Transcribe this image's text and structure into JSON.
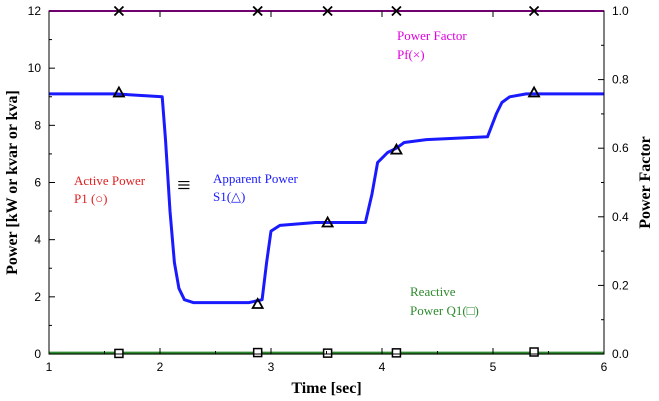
{
  "chart_data": {
    "type": "line",
    "xlabel": "Time [sec]",
    "ylabel": "Power [kW or kvar or kva]",
    "y2label": "Power Factor",
    "xlim": [
      1,
      6
    ],
    "ylim": [
      0,
      12
    ],
    "y2lim": [
      0,
      1.0
    ],
    "x_ticks": [
      "1",
      "2",
      "3",
      "4",
      "5",
      "6"
    ],
    "y_ticks": [
      "0",
      "2",
      "4",
      "6",
      "8",
      "10",
      "12"
    ],
    "y2_ticks": [
      "0.0",
      "0.2",
      "0.4",
      "0.6",
      "0.8",
      "1.0"
    ],
    "grid": false,
    "series": [
      {
        "key": "power_factor",
        "color": "#e000e0",
        "axis": "right",
        "x": [
          1,
          6
        ],
        "values": [
          1.0,
          1.0
        ],
        "marker": "x",
        "marker_x": [
          1.63,
          2.88,
          3.51,
          4.13,
          5.37
        ]
      },
      {
        "key": "apparent_power",
        "color": "#1a1aff",
        "axis": "left",
        "x": [
          1.0,
          1.6,
          2.02,
          2.05,
          2.09,
          2.13,
          2.17,
          2.22,
          2.3,
          2.8,
          2.92,
          2.96,
          3.0,
          3.08,
          3.4,
          3.85,
          3.91,
          3.96,
          4.05,
          4.13,
          4.2,
          4.4,
          4.95,
          5.03,
          5.08,
          5.15,
          5.3,
          6.0
        ],
        "values": [
          9.1,
          9.1,
          9.0,
          7.5,
          5.0,
          3.2,
          2.3,
          1.9,
          1.8,
          1.8,
          1.9,
          3.2,
          4.3,
          4.5,
          4.6,
          4.6,
          5.6,
          6.7,
          7.05,
          7.2,
          7.4,
          7.5,
          7.6,
          8.4,
          8.8,
          9.0,
          9.1,
          9.1
        ],
        "marker": "triangle",
        "marker_x": [
          1.63,
          2.88,
          3.51,
          4.13,
          5.37
        ],
        "marker_y": [
          9.15,
          1.75,
          4.6,
          7.15,
          9.15
        ]
      },
      {
        "key": "reactive_power",
        "color": "#2e8b2e",
        "axis": "left",
        "x": [
          1,
          6
        ],
        "values": [
          0.03,
          0.03
        ],
        "marker": "square",
        "marker_x": [
          1.63,
          2.88,
          3.51,
          4.13,
          5.37
        ],
        "marker_y": [
          0.02,
          0.05,
          0.03,
          0.04,
          0.07
        ]
      }
    ],
    "annotations": {
      "active_power": {
        "line1": "Active Power",
        "line2": "P1 (○)",
        "color": "#e02020"
      },
      "equiv": {
        "symbol": "≡",
        "color": "#000000"
      },
      "apparent_power": {
        "line1": "Apparent Power",
        "line2": "S1(△)",
        "color": "#1a1aff"
      },
      "power_factor": {
        "line1": "Power Factor",
        "line2": "Pf(×)",
        "color": "#e000e0"
      },
      "reactive_power": {
        "line1": "Reactive",
        "line2": "Power Q1(□)",
        "color": "#2e8b2e"
      }
    }
  }
}
